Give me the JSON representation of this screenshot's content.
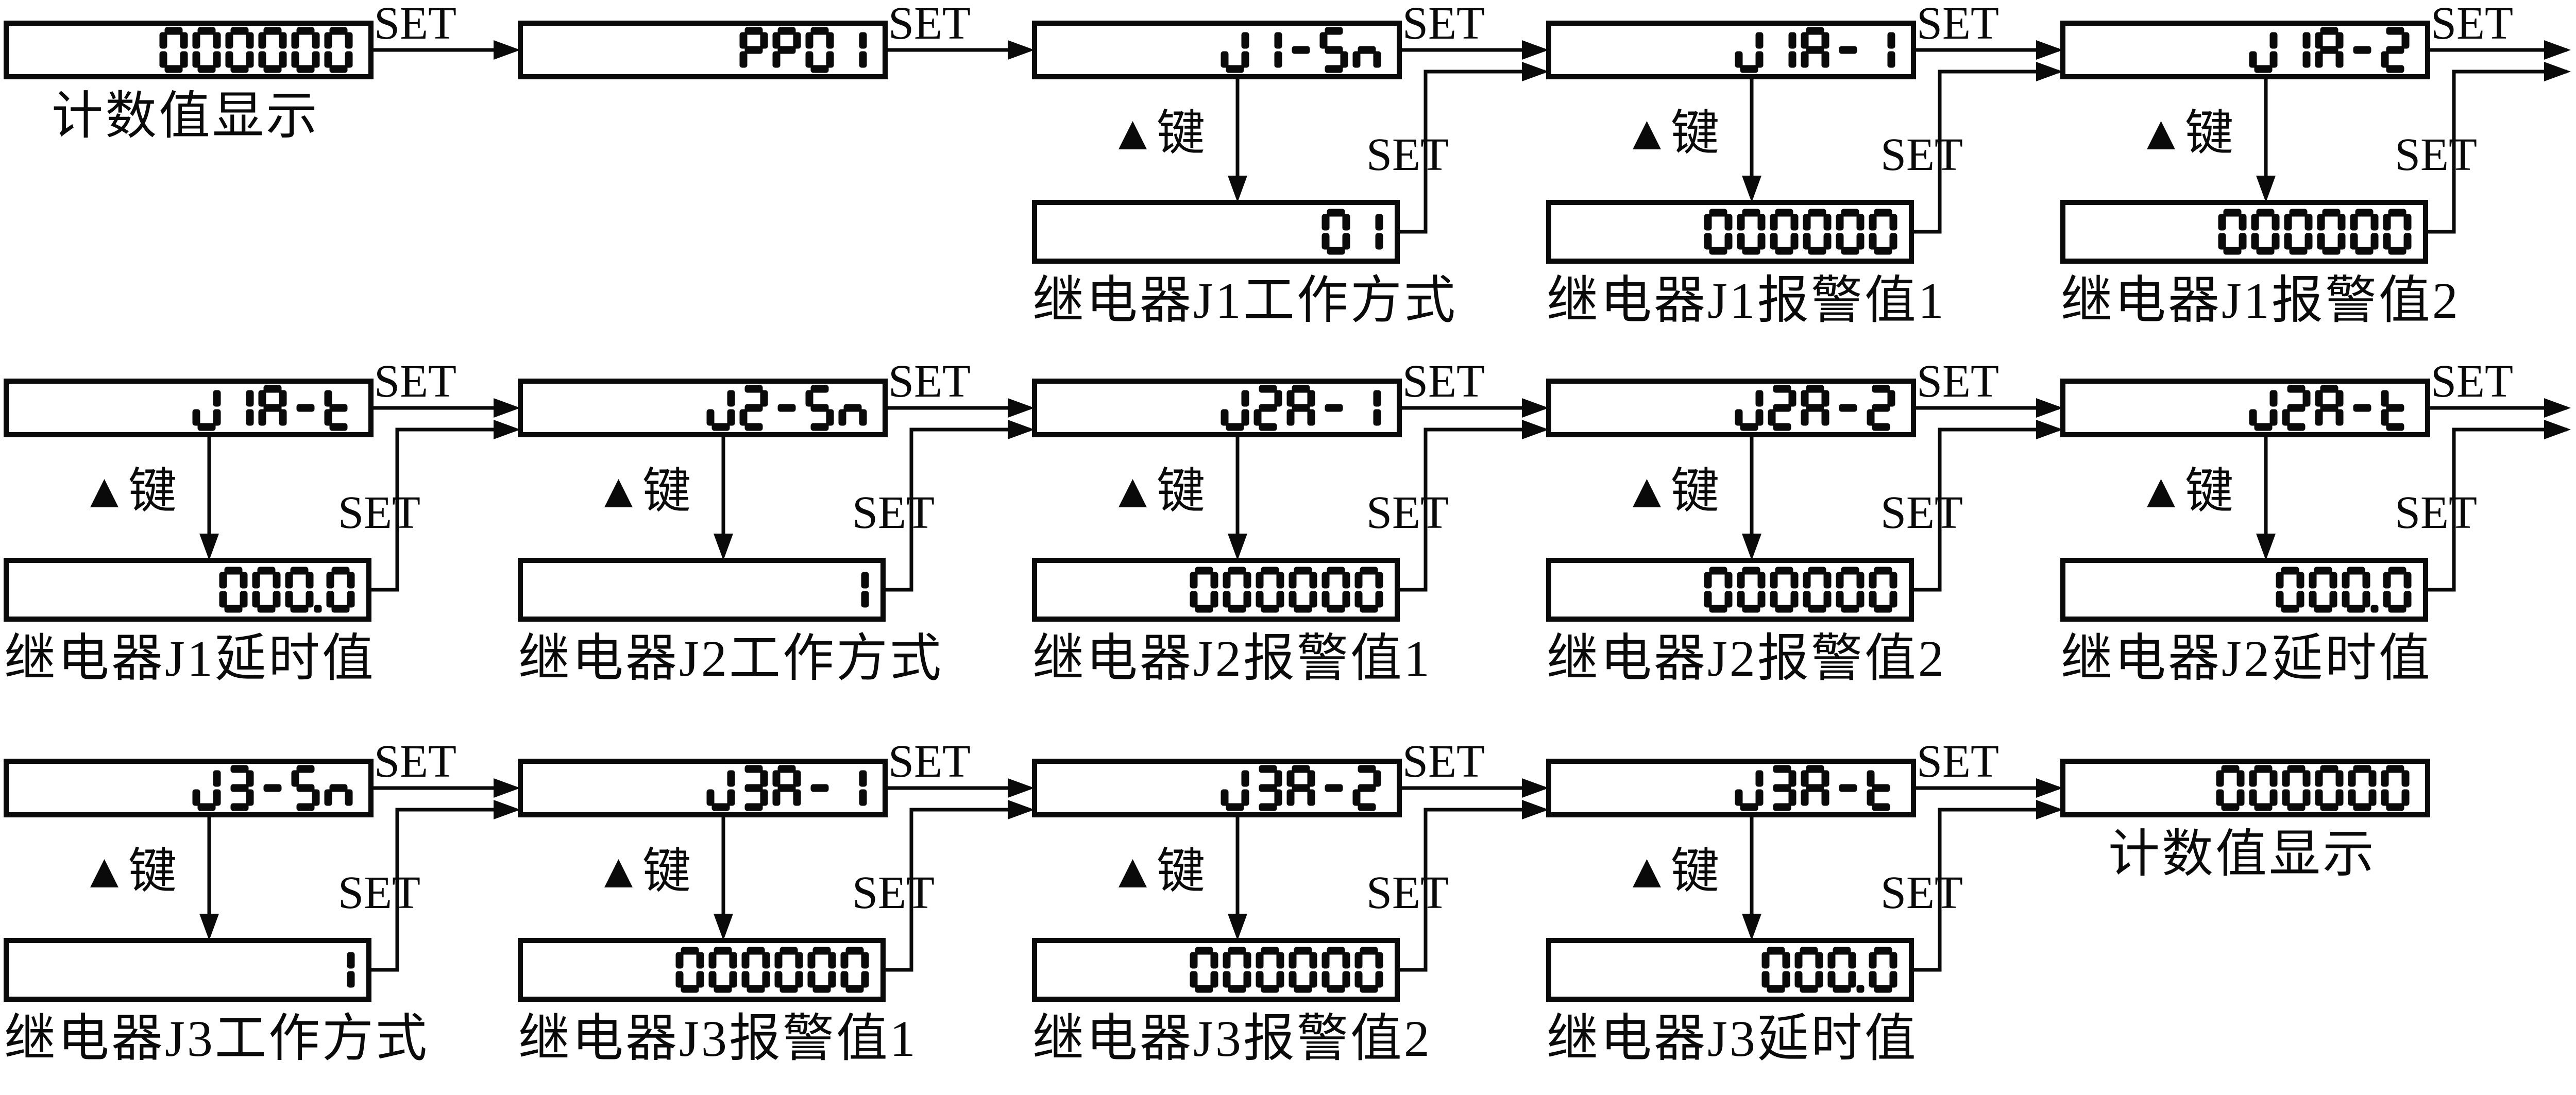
{
  "arrow_label": "SET",
  "up_key_label": "▲键",
  "rows": [
    {
      "steps": [
        {
          "display": "000000",
          "caption": "计数值显示"
        },
        {
          "display": "PP01"
        },
        {
          "display": "J1-Sn",
          "value": "01",
          "caption": "继电器J1工作方式"
        },
        {
          "display": "J1A-1",
          "value": "000000",
          "caption": "继电器J1报警值1"
        },
        {
          "display": "J1A-2",
          "value": "000000",
          "caption": "继电器J1报警值2"
        }
      ]
    },
    {
      "steps": [
        {
          "display": "J1A-t",
          "value": "000.0",
          "caption": "继电器J1延时值"
        },
        {
          "display": "J2-Sn",
          "value": "1",
          "caption": "继电器J2工作方式"
        },
        {
          "display": "J2A-1",
          "value": "000000",
          "caption": "继电器J2报警值1"
        },
        {
          "display": "J2A-2",
          "value": "000000",
          "caption": "继电器J2报警值2"
        },
        {
          "display": "J2A-t",
          "value": "000.0",
          "caption": "继电器J2延时值"
        }
      ]
    },
    {
      "steps": [
        {
          "display": "J3-Sn",
          "value": "1",
          "caption": "继电器J3工作方式"
        },
        {
          "display": "J3A-1",
          "value": "000000",
          "caption": "继电器J3报警值1"
        },
        {
          "display": "J3A-2",
          "value": "000000",
          "caption": "继电器J3报警值2"
        },
        {
          "display": "J3A-t",
          "value": "000.0",
          "caption": "继电器J3延时值"
        },
        {
          "display": "000000",
          "caption": "计数值显示"
        }
      ]
    }
  ]
}
